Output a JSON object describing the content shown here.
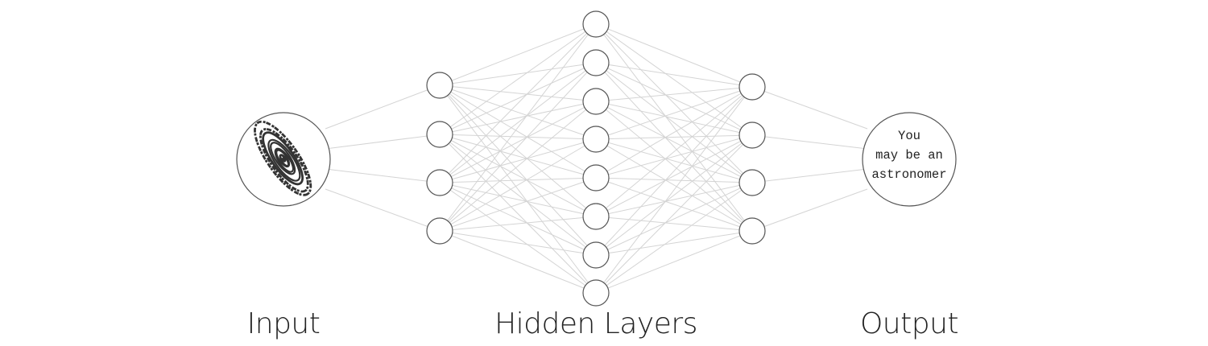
{
  "diagram": {
    "layers": [
      {
        "role": "input",
        "nodes": 1
      },
      {
        "role": "hidden",
        "nodes": 4
      },
      {
        "role": "hidden",
        "nodes": 8
      },
      {
        "role": "hidden",
        "nodes": 4
      },
      {
        "role": "output",
        "nodes": 1
      }
    ],
    "input_node": {
      "icon": "spiral-galaxy-icon"
    },
    "output_node": {
      "lines": [
        "You",
        "may be an",
        "astronomer"
      ]
    },
    "labels": {
      "input": "Input",
      "hidden": "Hidden Layers",
      "output": "Output"
    },
    "colors": {
      "edge": "#d4d4d4",
      "node_stroke": "#555555",
      "text": "#222222",
      "galaxy": "#333333"
    }
  }
}
